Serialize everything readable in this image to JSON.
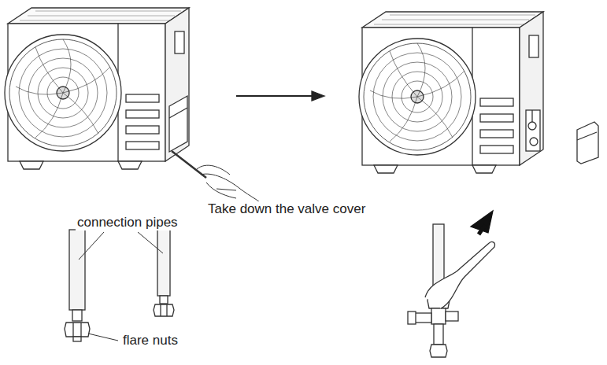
{
  "diagram": {
    "labels": [
      "Take down the valve cover",
      "connection pipes",
      "flare nuts"
    ]
  }
}
